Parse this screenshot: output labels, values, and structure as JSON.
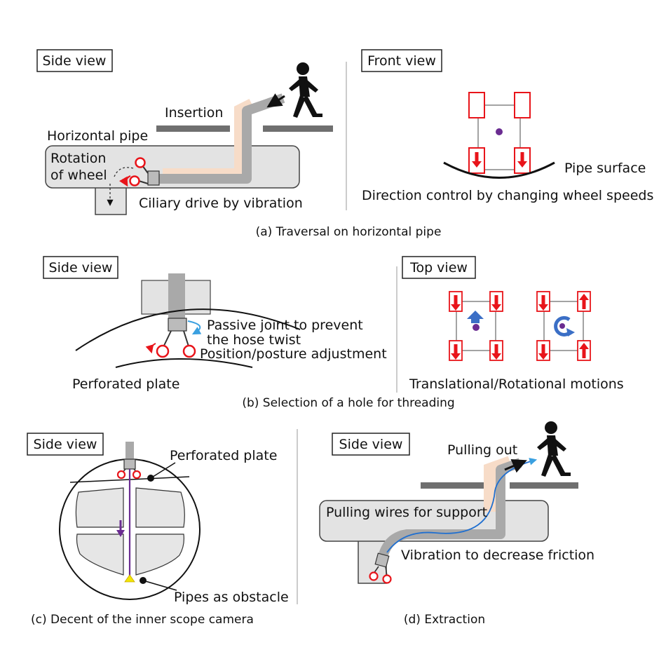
{
  "colors": {
    "pipe_fill": "#e3e3e3",
    "pipe_stroke": "#444444",
    "hose": "#a9a9a9",
    "hose_shadow": "#f7dcc8",
    "wheel_red": "#e8141a",
    "purple": "#6a2c91",
    "blue_wire": "#1f6fd0",
    "arrow_blue": "#3b6fc6",
    "plate_dark": "#6f6f6f"
  },
  "panel_a": {
    "side_view": "Side view",
    "front_view": "Front view",
    "insertion": "Insertion",
    "horizontal_pipe": "Horizontal pipe",
    "rotation_line1": "Rotation",
    "rotation_line2": "of wheel",
    "ciliary": "Ciliary drive by vibration",
    "pipe_surface": "Pipe surface",
    "direction_control": "Direction control by changing wheel speeds",
    "caption": "(a) Traversal on horizontal pipe"
  },
  "panel_b": {
    "side_view": "Side view",
    "top_view": "Top view",
    "passive_line1": "Passive joint  to prevent",
    "passive_line2": "the hose twist",
    "position": "Position/posture adjustment",
    "perforated_plate": "Perforated plate",
    "translational": "Translational/Rotational motions",
    "caption": "(b) Selection of a hole for threading"
  },
  "panel_c": {
    "side_view": "Side view",
    "perforated_plate": "Perforated plate",
    "pipes_obstacle": "Pipes as obstacle",
    "caption": "(c) Decent of the inner scope camera"
  },
  "panel_d": {
    "side_view": "Side view",
    "pulling_out": "Pulling out",
    "pulling_wires": "Pulling wires for support",
    "vibration": "Vibration to decrease friction",
    "caption": "(d) Extraction"
  }
}
